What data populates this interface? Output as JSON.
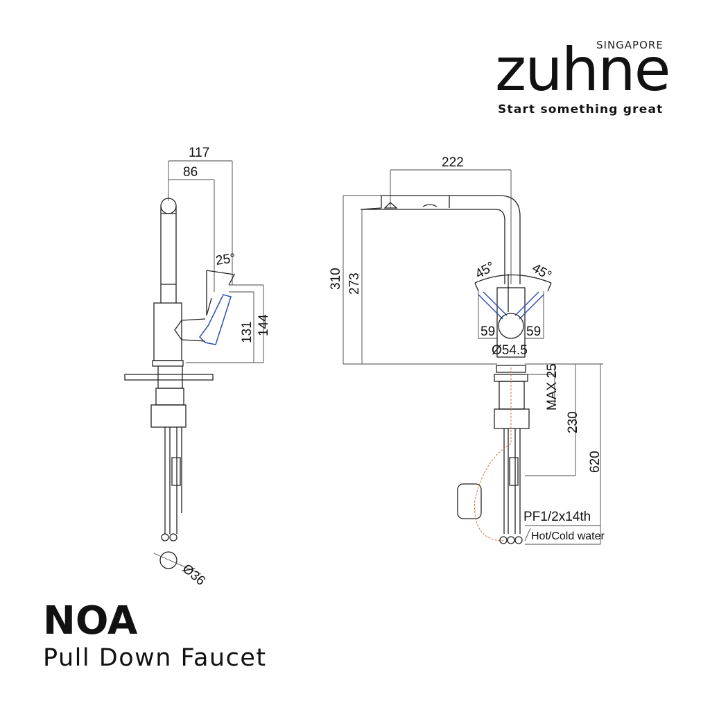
{
  "brand": {
    "name": "zuhne",
    "region": "SINGAPORE",
    "tagline": "Start something great"
  },
  "product": {
    "name": "NOA",
    "type": "Pull Down Faucet"
  },
  "side_view": {
    "dims": {
      "reach_total": "117",
      "reach_inner": "86",
      "handle_angle": "25°",
      "handle_height_low": "131",
      "handle_height_high": "144",
      "hole_diameter": "Ø36"
    }
  },
  "front_view": {
    "dims": {
      "spout_reach": "222",
      "total_height": "310",
      "spout_height": "273",
      "left_angle": "45°",
      "right_angle": "45°",
      "left_swing": "59",
      "right_swing": "59",
      "body_diameter": "Ø54.5",
      "max_deck": "MAX 25",
      "shank_length": "230",
      "hose_length": "620",
      "thread": "PF1/2x14th",
      "water_label": "Hot/Cold water"
    }
  },
  "colors": {
    "line": "#222222",
    "handle": "#2e4fb5",
    "hose": "#d9733a"
  }
}
